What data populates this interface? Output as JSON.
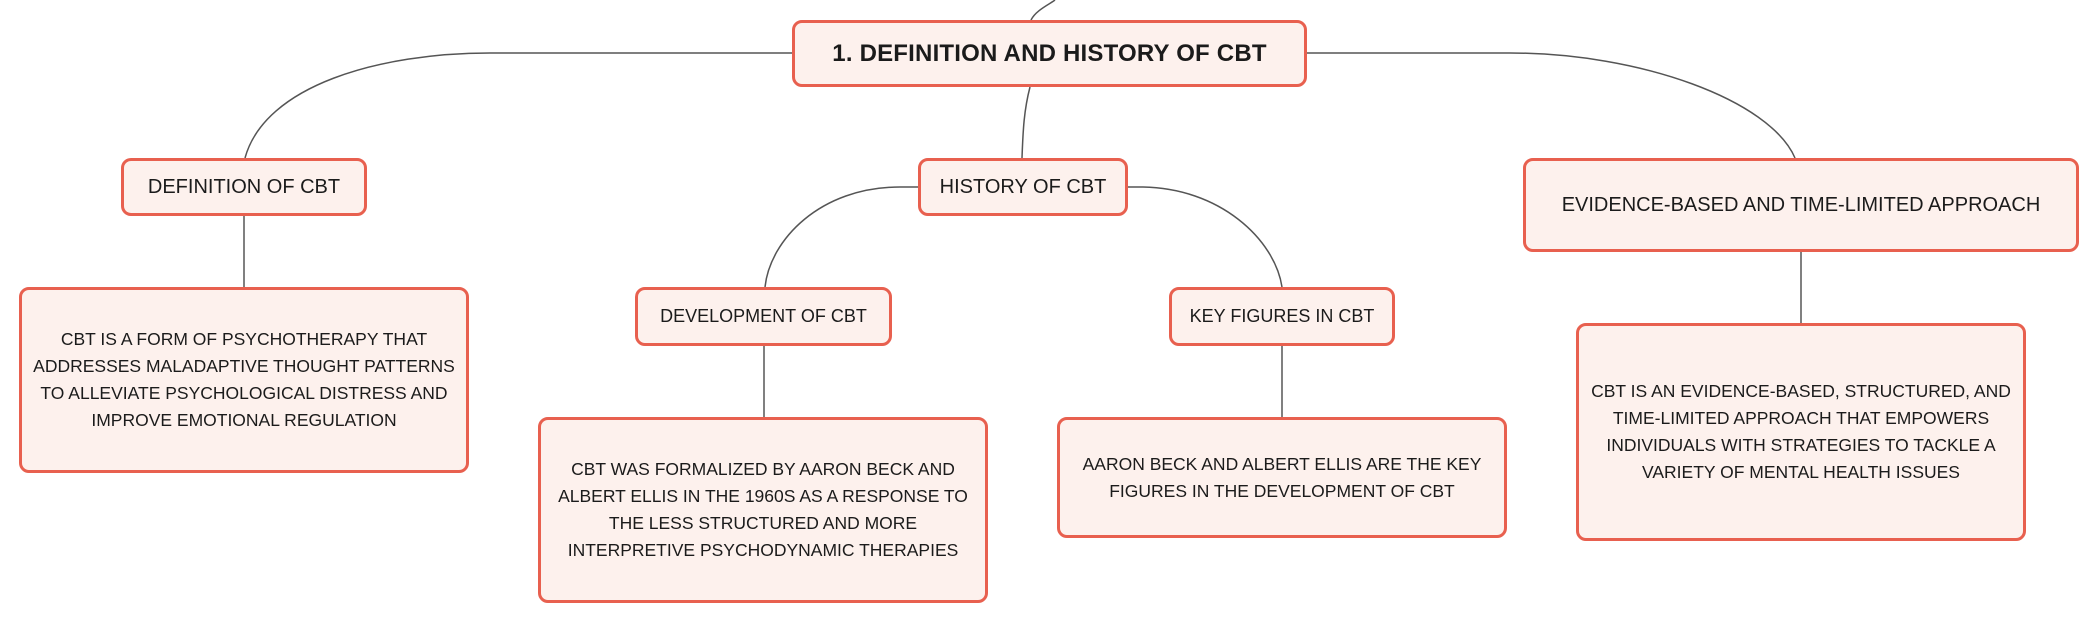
{
  "colors": {
    "border": "#e8604f",
    "fill": "#fdf1ed",
    "line": "#555555"
  },
  "diagram": {
    "root": {
      "label": "1. DEFINITION AND HISTORY OF CBT"
    },
    "definition": {
      "label": "DEFINITION OF CBT",
      "detail": "CBT IS A FORM OF PSYCHOTHERAPY THAT ADDRESSES MALADAPTIVE THOUGHT PATTERNS TO ALLEVIATE PSYCHOLOGICAL DISTRESS AND IMPROVE EMOTIONAL REGULATION"
    },
    "history": {
      "label": "HISTORY OF CBT",
      "development": {
        "label": "DEVELOPMENT OF CBT",
        "detail": "CBT WAS FORMALIZED BY AARON BECK AND ALBERT ELLIS IN THE 1960S AS A RESPONSE TO THE LESS STRUCTURED AND MORE INTERPRETIVE PSYCHODYNAMIC THERAPIES"
      },
      "key_figures": {
        "label": "KEY FIGURES IN CBT",
        "detail": "AARON BECK AND ALBERT ELLIS ARE THE KEY FIGURES IN THE DEVELOPMENT OF CBT"
      }
    },
    "evidence": {
      "label": "EVIDENCE-BASED AND TIME-LIMITED APPROACH",
      "detail": "CBT IS AN EVIDENCE-BASED, STRUCTURED, AND TIME-LIMITED APPROACH THAT EMPOWERS INDIVIDUALS WITH STRATEGIES TO TACKLE A VARIETY OF MENTAL HEALTH ISSUES"
    }
  }
}
